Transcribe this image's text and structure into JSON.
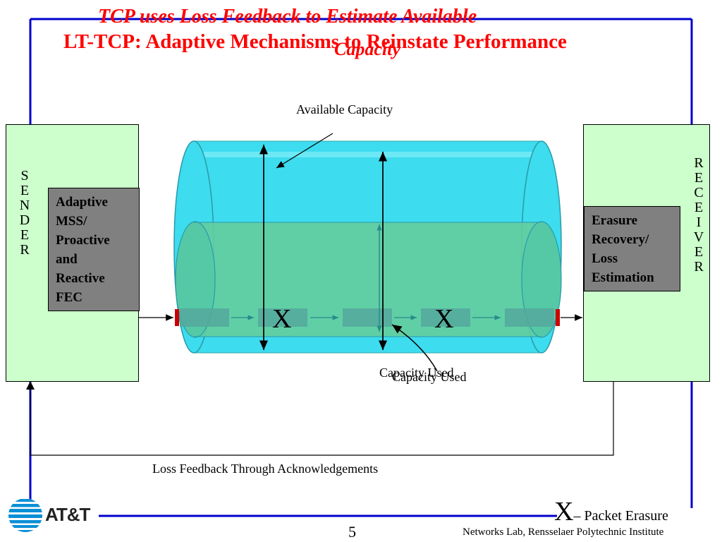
{
  "titles": {
    "old_title": "TCP uses Loss Feedback to Estimate Available",
    "old_title_line2": "Capacity",
    "main_title": "LT-TCP: Adaptive Mechanisms to Reinstate Performance"
  },
  "diagram": {
    "available_capacity": "Available Capacity",
    "capacity_used": "Capacity Used",
    "capacity_used_2": "Capacity Used",
    "sender_letters": [
      "S",
      "E",
      "N",
      "D",
      "E",
      "R"
    ],
    "receiver_letters": [
      "R",
      "E",
      "C",
      "E",
      "I",
      "V",
      "E",
      "R"
    ],
    "sender_box": [
      "Adaptive",
      "MSS/",
      "Proactive",
      "and",
      "Reactive",
      "FEC"
    ],
    "receiver_box": [
      "Erasure",
      "Recovery/",
      "Loss",
      "Estimation"
    ],
    "erasure_mark_1": "X",
    "erasure_mark_2": "X",
    "feedback_label": "Loss Feedback Through Acknowledgements"
  },
  "legend": {
    "symbol": "X",
    "text": "– Packet Erasure"
  },
  "footer": {
    "logo_text": "AT&T",
    "page_number": "5",
    "credit": "Networks Lab, Rensselaer Polytechnic Institute"
  },
  "colors": {
    "title_red": "#ff0000",
    "frame_blue": "#0000cc",
    "pipe_cyan": "#3ddcef",
    "used_green": "#66cc99",
    "box_green": "#ccffcc",
    "box_gray": "#808080"
  }
}
